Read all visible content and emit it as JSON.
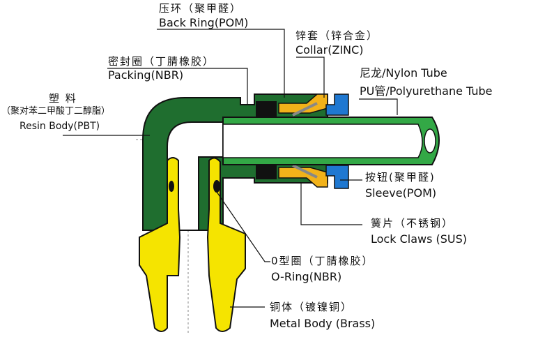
{
  "labels": {
    "back_ring": {
      "cn": "压环（聚甲醛）",
      "en": "Back Ring(POM)"
    },
    "collar": {
      "cn": "锌套（锌合金）",
      "en": "Collar(ZINC)"
    },
    "packing": {
      "cn": "密封圈（丁腈橡胶）",
      "en": "Packing(NBR)"
    },
    "tube": {
      "cn": "尼龙/Nylon Tube",
      "en": "PU管/Polyurethane  Tube"
    },
    "resin_body": {
      "cn1": "塑  料",
      "cn2": "（聚对苯二甲酸丁二醇脂）",
      "en": "Resin Body(PBT)"
    },
    "sleeve": {
      "cn": "按钮(聚甲醛)",
      "en": "Sleeve(POM)"
    },
    "lock_claws": {
      "cn": "簧片（不锈钢）",
      "en": "Lock Claws (SUS)"
    },
    "oring": {
      "cn": "0型圈（丁腈橡胶）",
      "en": "O-Ring(NBR)"
    },
    "metal_body": {
      "cn": "铜体（镀镍铜）",
      "en": "Metal Body (Brass)"
    }
  },
  "colors": {
    "body_green": "#1f6e2f",
    "tube_green": "#33a846",
    "yellow": "#f5e400",
    "blue": "#1f78d1",
    "orange": "#f2b21a",
    "black": "#111111"
  }
}
